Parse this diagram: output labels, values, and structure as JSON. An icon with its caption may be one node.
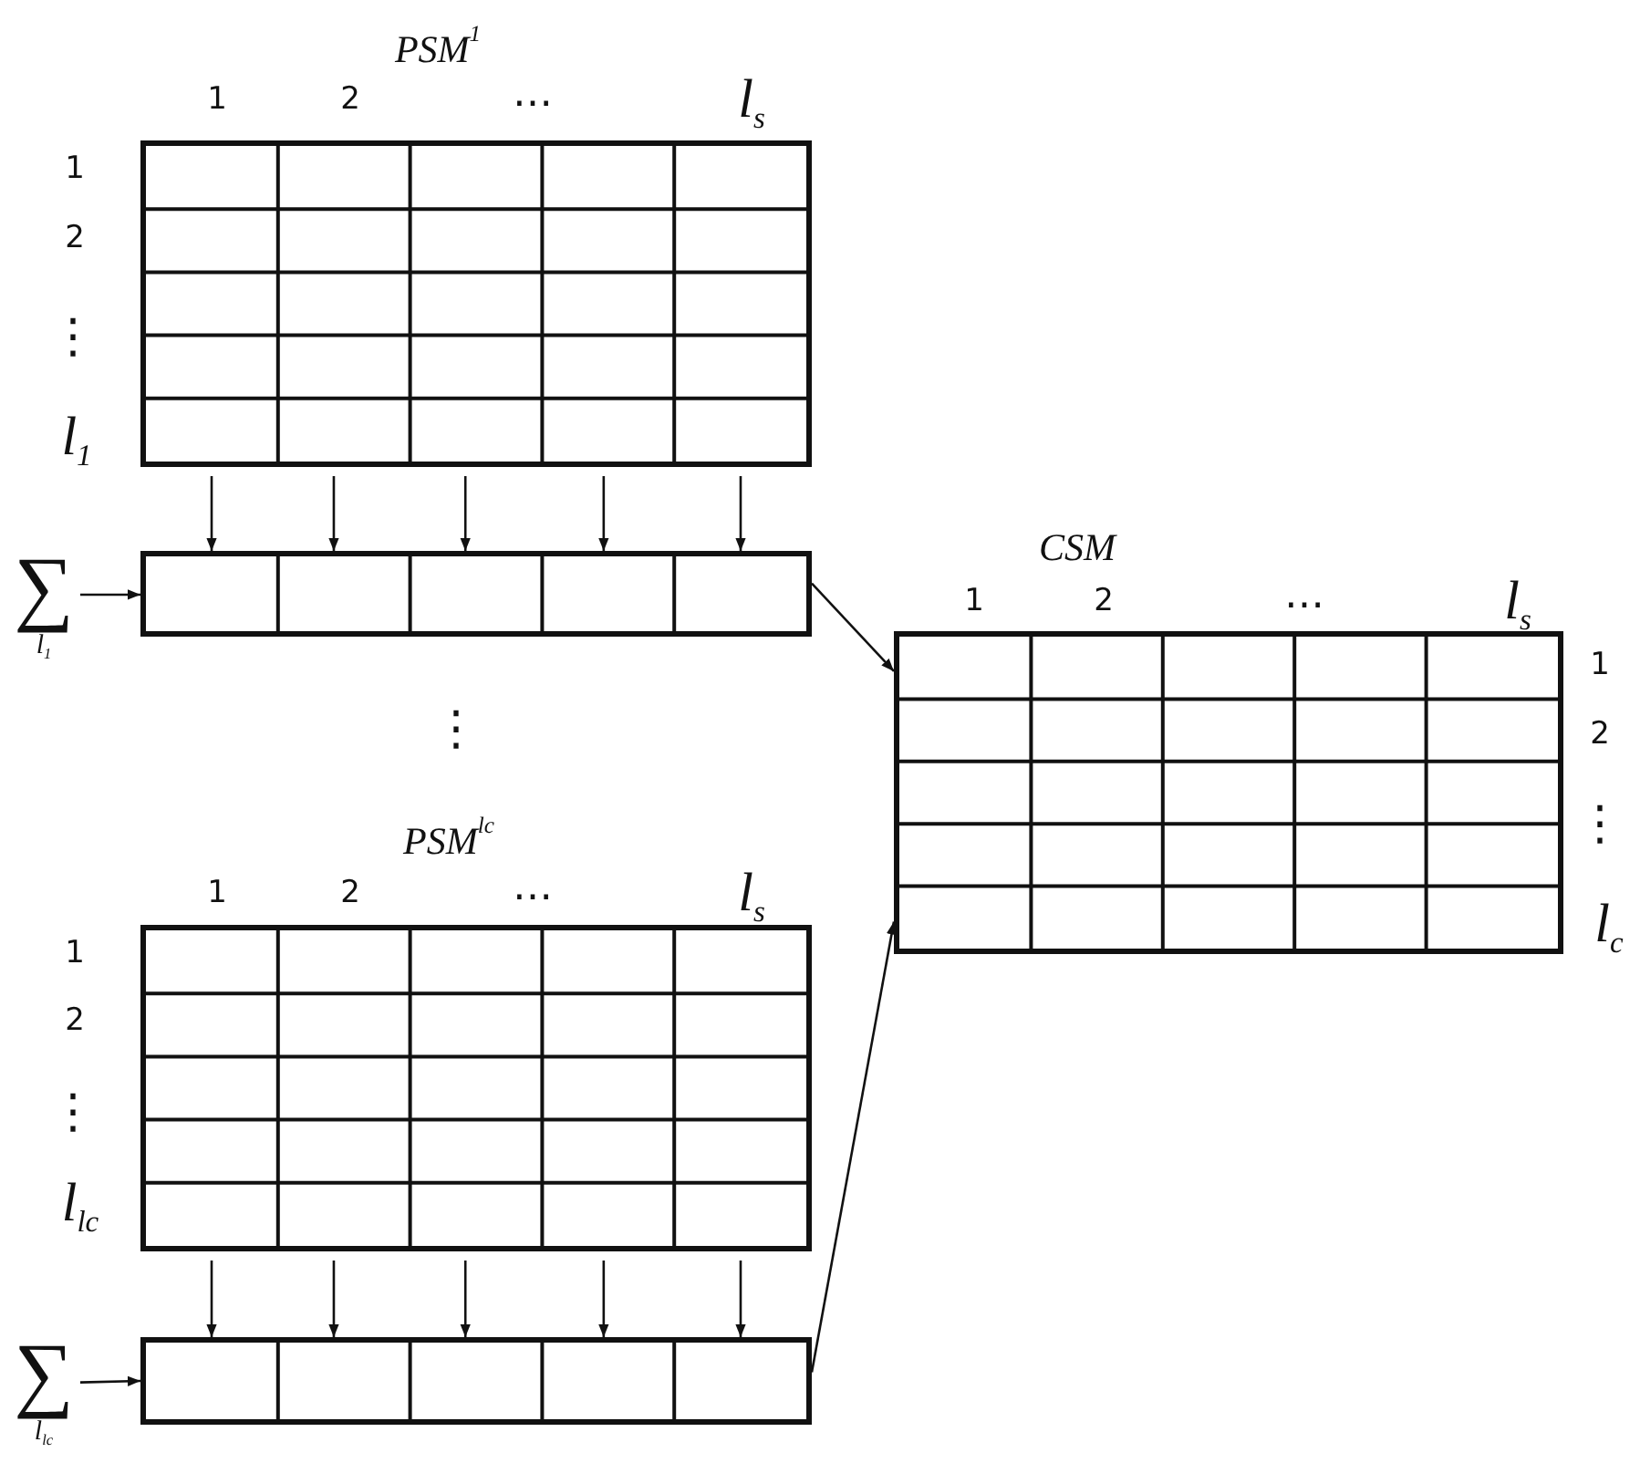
{
  "diagram": {
    "nodes": [
      {
        "text": [
          "PSM$^{1}$"
        ]
      },
      {
        "text": [],
        "shape": "bar"
      },
      {
        "text": [
          "∑",
          "l$_{1}$"
        ]
      },
      {
        "text": [
          "PSM$^{lc}$"
        ]
      },
      {
        "text": [],
        "shape": "bar"
      },
      {
        "text": [
          "∑",
          "l$_{lc}$"
        ]
      },
      {
        "text": [
          "CSM"
        ]
      }
    ],
    "edges": [
      {
        "from": 0,
        "to": 1,
        "arrow": "to"
      },
      {
        "from": 0,
        "to": 1,
        "arrow": "to"
      },
      {
        "from": 0,
        "to": 1,
        "arrow": "to"
      },
      {
        "from": 0,
        "to": 1,
        "arrow": "to"
      },
      {
        "from": 0,
        "to": 1,
        "arrow": "to"
      },
      {
        "from": 2,
        "to": 1,
        "arrow": "to"
      },
      {
        "from": 1,
        "to": 6,
        "arrow": "to"
      },
      {
        "from": 3,
        "to": 4,
        "arrow": "to"
      },
      {
        "from": 3,
        "to": 4,
        "arrow": "to"
      },
      {
        "from": 3,
        "to": 4,
        "arrow": "to"
      },
      {
        "from": 3,
        "to": 4,
        "arrow": "to"
      },
      {
        "from": 3,
        "to": 4,
        "arrow": "to"
      },
      {
        "from": 5,
        "to": 4,
        "arrow": "to"
      },
      {
        "from": 4,
        "to": 6,
        "arrow": "to"
      }
    ],
    "labels": [
      "1",
      "2",
      "…",
      "l$_{s}$",
      "1",
      "2",
      "⋮",
      "l$_{1}$",
      "1",
      "2",
      "…",
      "l$_{s}$",
      "1",
      "2",
      "⋮",
      "l$_{c}$",
      "⋮",
      "1",
      "2",
      "…",
      "l$_{s}$",
      "1",
      "2",
      "⋮",
      "l$_{lc}$"
    ]
  }
}
